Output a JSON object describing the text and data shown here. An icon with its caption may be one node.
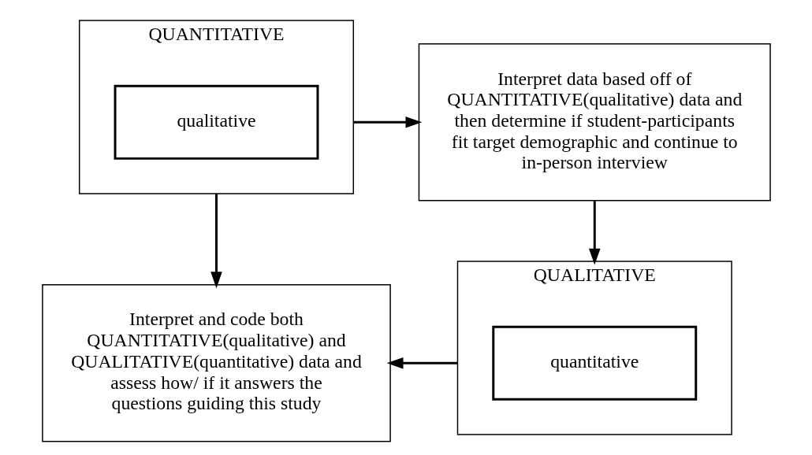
{
  "diagram": {
    "nodes": [
      {
        "text": [
          "QUANTITATIVE"
        ]
      },
      {
        "text": [
          "qualitative"
        ],
        "in": 0
      },
      {
        "text": [
          "Interpret data based off of QUANTITATIVE(qualitative) data and then determine if student-participants fit target demographic and continue to in-person interview"
        ]
      },
      {
        "text": [
          "QUALITATIVE"
        ]
      },
      {
        "text": [
          "quantitative"
        ],
        "in": 3
      },
      {
        "text": [
          "Interpret and code both QUANTITATIVE(qualitative) and QUALITATIVE(quantitative) data and assess how/ if it answers the questions guiding this study"
        ]
      }
    ],
    "edges": [
      {
        "from": 0,
        "to": 2,
        "arrow": "to"
      },
      {
        "from": 2,
        "to": 3,
        "arrow": "to"
      },
      {
        "from": 3,
        "to": 5,
        "arrow": "to"
      },
      {
        "from": 0,
        "to": 5,
        "arrow": "to"
      }
    ]
  }
}
